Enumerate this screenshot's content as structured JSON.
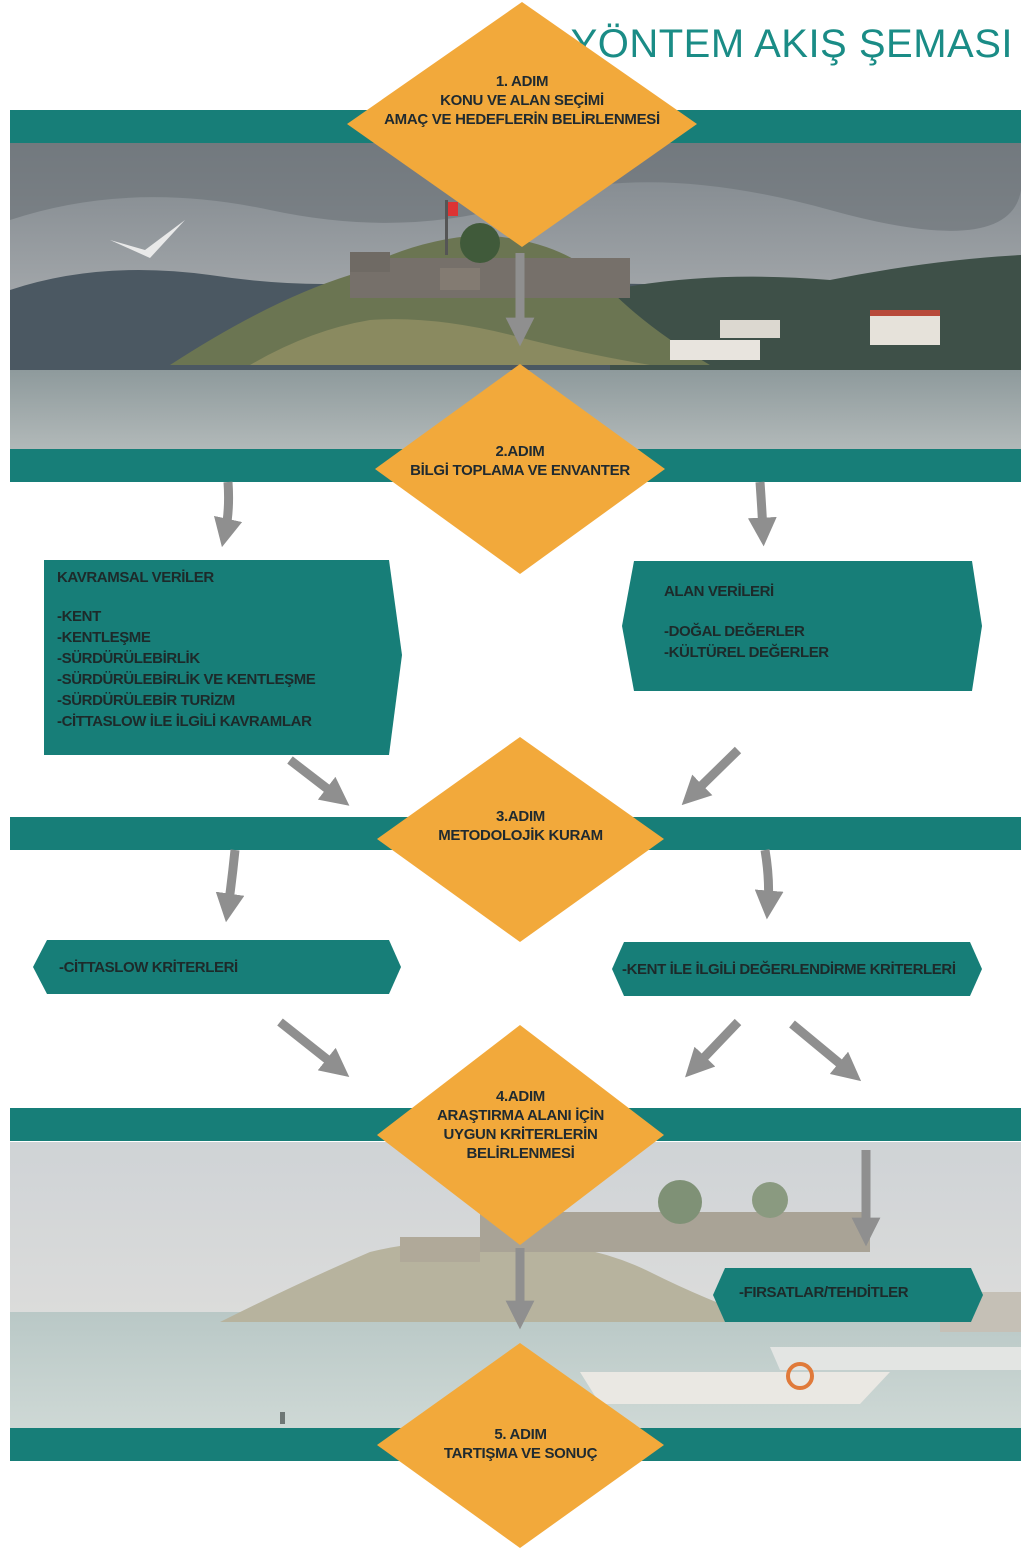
{
  "title": "YÖNTEM AKIŞ ŞEMASI",
  "colors": {
    "teal": "#177e78",
    "orange": "#f2a93b",
    "arrow": "#8f8f8f",
    "title": "#1a8c86"
  },
  "steps": [
    {
      "lines": [
        "1. ADIM",
        "KONU VE ALAN SEÇİMİ",
        "AMAÇ VE HEDEFLERİN BELİRLENMESİ"
      ]
    },
    {
      "lines": [
        "2.ADIM",
        "BİLGİ TOPLAMA VE ENVANTER"
      ]
    },
    {
      "lines": [
        "3.ADIM",
        "METODOLOJİK KURAM"
      ]
    },
    {
      "lines": [
        "4.ADIM",
        "ARAŞTIRMA ALANI İÇİN",
        "UYGUN KRİTERLERİN",
        "BELİRLENMESİ"
      ]
    },
    {
      "lines": [
        "5. ADIM",
        "TARTIŞMA VE SONUÇ"
      ]
    }
  ],
  "boxes": {
    "kavramsal": {
      "heading": "KAVRAMSAL VERİLER",
      "items": [
        "-KENT",
        "-KENTLEŞME",
        "-SÜRDÜRÜLEBİRLİK",
        "-SÜRDÜRÜLEBİRLİK VE KENTLEŞME",
        "-SÜRDÜRÜLEBİR TURİZM",
        "-CİTTASLOW İLE İLGİLİ KAVRAMLAR"
      ]
    },
    "alan": {
      "heading": "ALAN VERİLERİ",
      "items": [
        "-DOĞAL DEĞERLER",
        "-KÜLTÜREL DEĞERLER"
      ]
    },
    "cittaslow": {
      "items": [
        "-CİTTASLOW KRİTERLERİ"
      ]
    },
    "kent": {
      "items": [
        "-KENT İLE İLGİLİ DEĞERLENDİRME KRİTERLERİ"
      ]
    },
    "firsat": {
      "items": [
        "-FIRSATLAR/TEHDİTLER"
      ]
    }
  }
}
